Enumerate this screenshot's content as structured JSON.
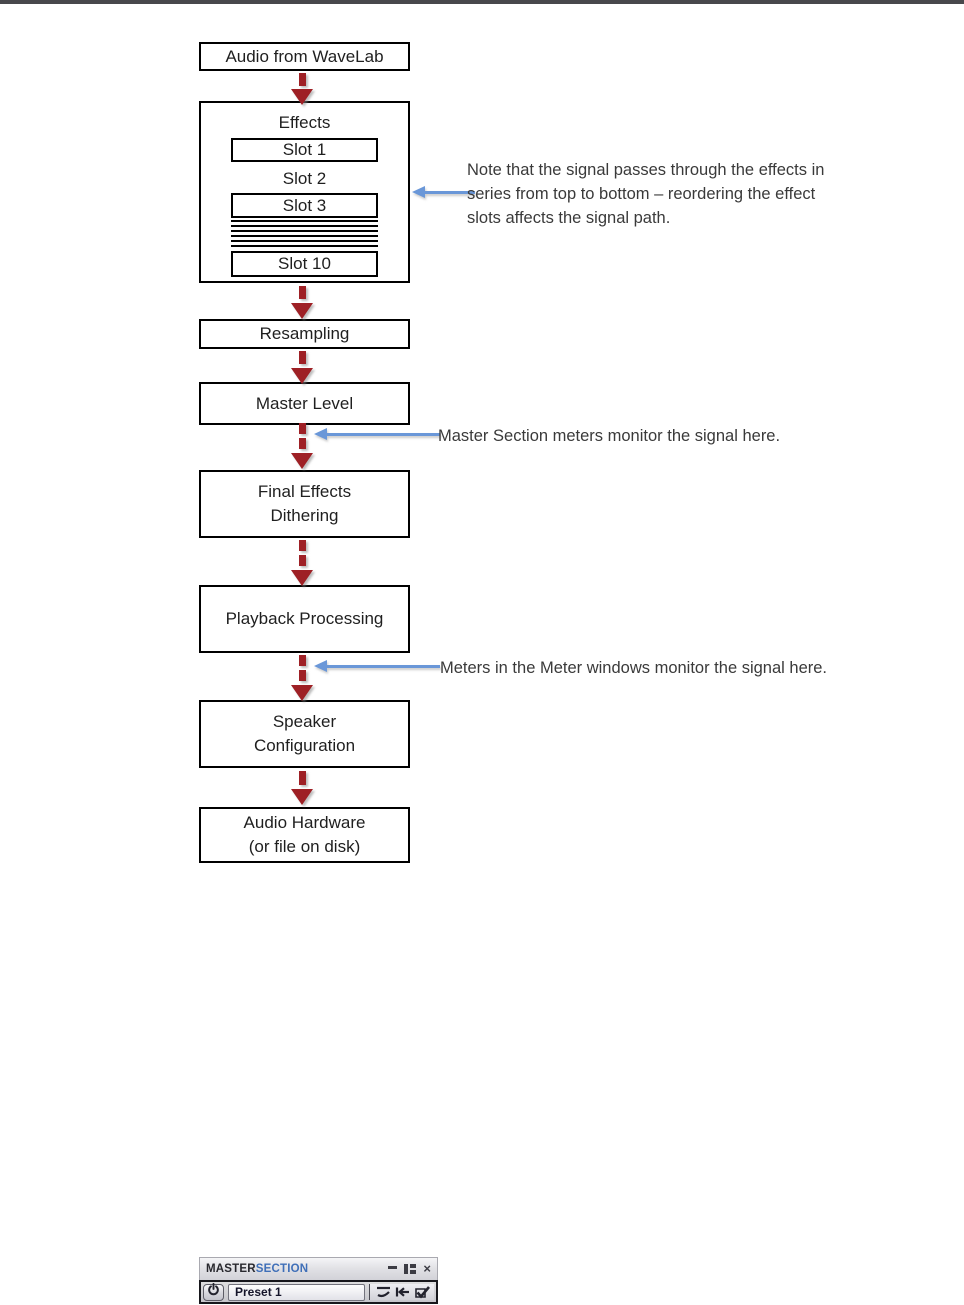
{
  "colors": {
    "arrow_red": "#9e2025",
    "annotation_blue": "#6a97d8",
    "box_border": "#000000",
    "title_master_color": "#28282e",
    "title_section_color": "#3f6fb8"
  },
  "flowchart": {
    "audio_box": "Audio from WaveLab",
    "effects": {
      "title": "Effects",
      "slot1": "Slot 1",
      "slot2": "Slot 2",
      "slot3": "Slot 3",
      "slot10": "Slot 10"
    },
    "resampling": "Resampling",
    "master_level": "Master Level",
    "final_effects_line1": "Final Effects",
    "final_effects_line2": "Dithering",
    "playback": "Playback Processing",
    "speaker_line1": "Speaker",
    "speaker_line2": "Configuration",
    "hardware_line1": "Audio Hardware",
    "hardware_line2": "(or file on disk)"
  },
  "annotations": {
    "effects_note_line1": "Note that the signal passes through the effects in",
    "effects_note_line2": "series from top to bottom – reordering the effect",
    "effects_note_line3": "slots affects the signal path.",
    "master_meters": "Master Section meters monitor the signal here.",
    "meter_windows": "Meters in the Meter windows monitor the signal here."
  },
  "master_section_window": {
    "title_master": "MASTER",
    "title_section": "SECTION",
    "close_glyph": "×",
    "preset_value": "Preset 1"
  }
}
